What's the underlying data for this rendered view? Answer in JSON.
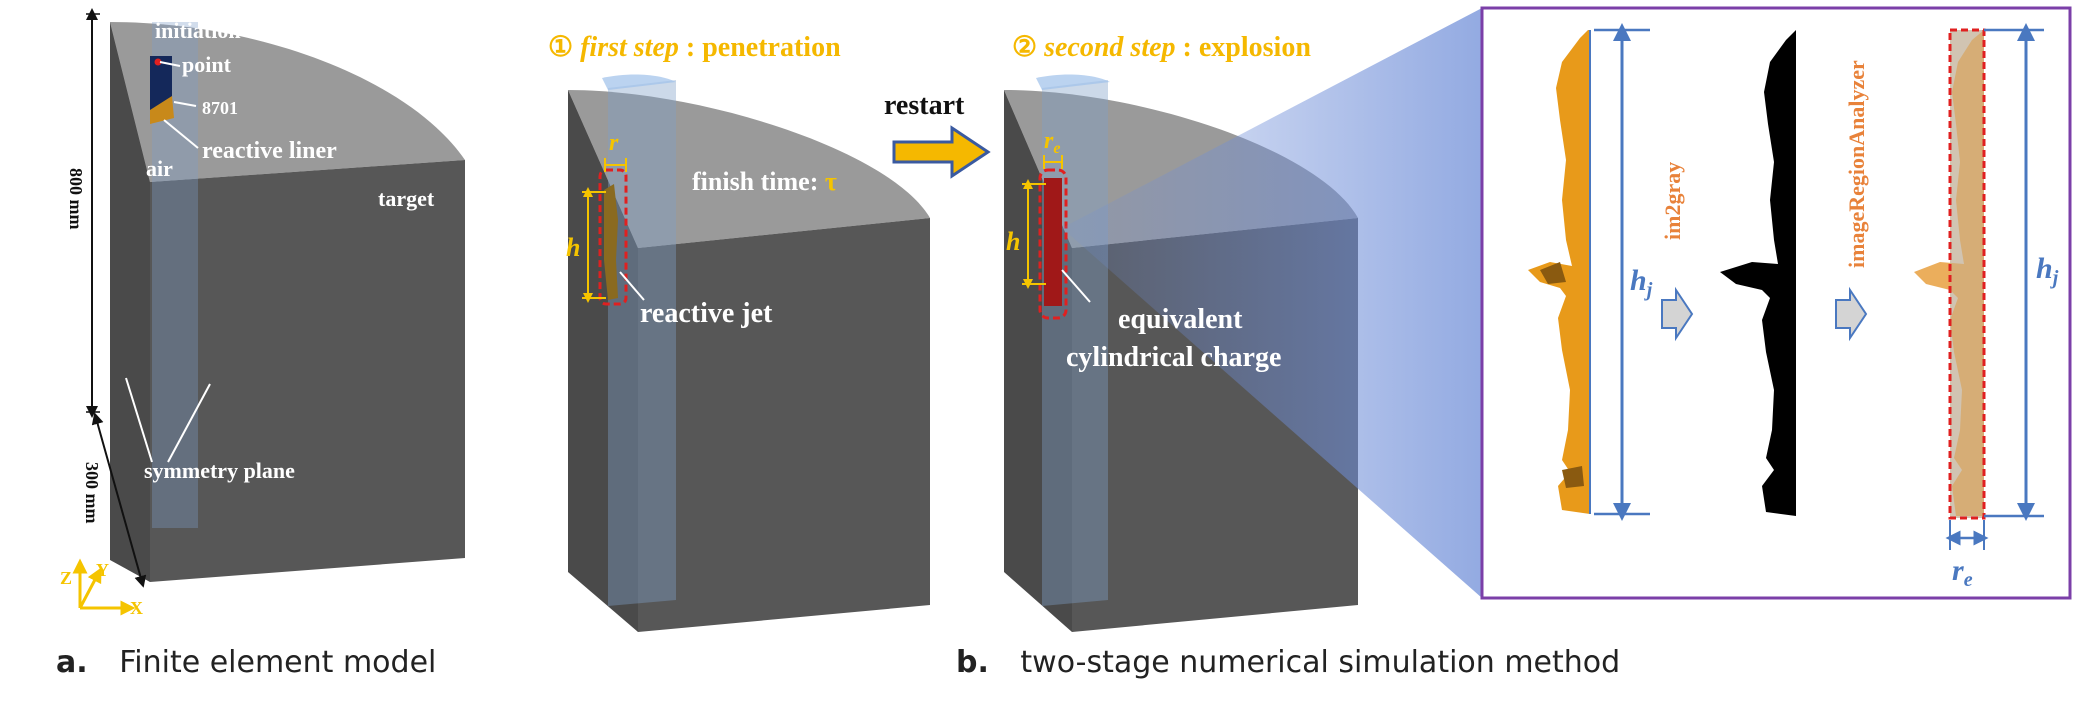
{
  "panel_a": {
    "caption_letter": "a.",
    "caption_text": "Finite element model",
    "labels": {
      "initiation": "initiation",
      "point": "point",
      "explosive": "8701",
      "reactive_liner": "reactive liner",
      "air": "air",
      "target": "target",
      "symmetry_plane": "symmetry plane",
      "height_dim": "800 mm",
      "width_dim": "300 mm"
    },
    "axes": {
      "x": "X",
      "y": "Y",
      "z": "Z"
    }
  },
  "panel_b": {
    "caption_letter": "b.",
    "caption_text": "two-stage numerical simulation method",
    "step1": {
      "num": "①",
      "emph": "first step",
      "rest": ": penetration"
    },
    "step2": {
      "num": "②",
      "emph": "second step",
      "rest": ": explosion"
    },
    "restart": "restart",
    "finish_time": "finish time: ",
    "tau": "τ",
    "r": "r",
    "h": "h",
    "re_base": "r",
    "re_sub": "e",
    "reactive_jet": "reactive jet",
    "equiv_line1": "equivalent",
    "equiv_line2": "cylindrical charge",
    "inset": {
      "hj_base": "h",
      "hj_sub": "j",
      "op1": "im2gray",
      "op2": "imageRegionAnalyzer",
      "re_base": "r",
      "re_sub": "e"
    }
  },
  "colors": {
    "block_front": "#575757",
    "block_side": "#4a4a4a",
    "block_top": "#9a9a9a",
    "yellow": "#f5c400",
    "jet_orange": "#e89a1a",
    "dim_blue": "#4a78c0",
    "op_orange": "#e8823a",
    "inset_border": "#7b3fa8",
    "dashed_red": "#e02020"
  }
}
